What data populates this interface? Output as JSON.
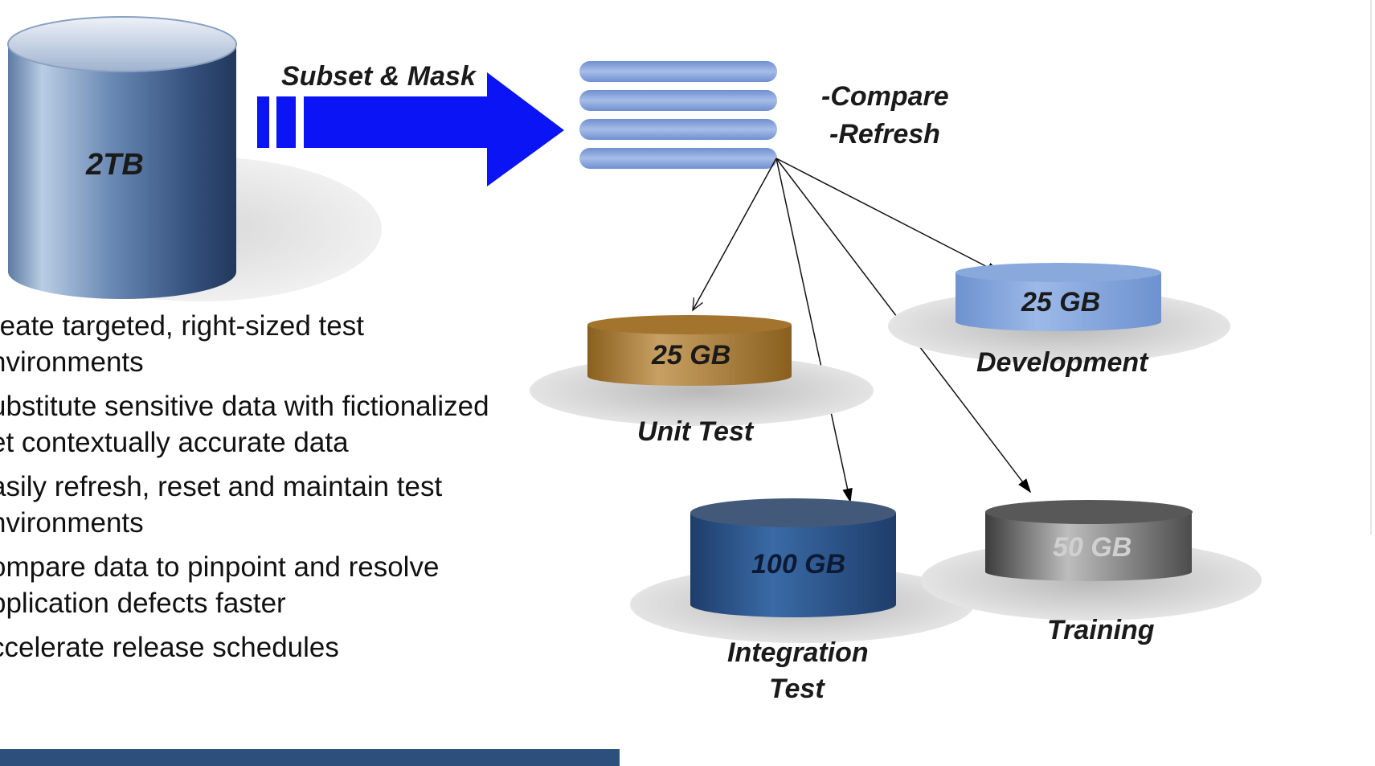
{
  "source_db": {
    "label": "2TB"
  },
  "arrow": {
    "label": "Subset & Mask"
  },
  "actions": [
    "-Compare",
    "-Refresh"
  ],
  "targets": {
    "unit_test": {
      "size": "25 GB",
      "name": "Unit Test"
    },
    "development": {
      "size": "25 GB",
      "name": "Development"
    },
    "integration_test": {
      "size": "100 GB",
      "name_line1": "Integration",
      "name_line2": "Test"
    },
    "training": {
      "size": "50 GB",
      "name": "Training"
    }
  },
  "bullets": [
    "reate targeted, right-sized test\nnvironments",
    "ubstitute sensitive data with fictionalized\net contextually accurate data",
    "asily refresh, reset and maintain test\nnvironments",
    "ompare data to pinpoint and resolve\npplication defects faster",
    "ccelerate release schedules"
  ],
  "colors": {
    "arrow": "#0a14f5",
    "bottom_bar": "#2c4f7c",
    "unit_test_disk": "#a97a2c",
    "development_disk": "#7fa4dc",
    "integration_disk": "#24497a",
    "training_disk": "#6a6a6a"
  }
}
